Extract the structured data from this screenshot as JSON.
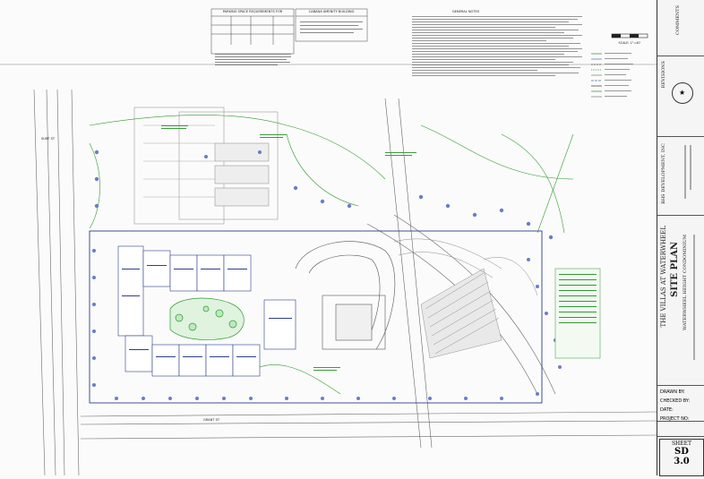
{
  "parking_table": {
    "title": "PARKING SPACE REQUIREMENTS FOR",
    "subtitle": "THE VILLAS AT WATERWHEEL"
  },
  "amenity": {
    "title": "CABANA AMENITY BUILDING"
  },
  "general_notes": {
    "title": "GENERAL NOTES"
  },
  "scale": {
    "label": "SCALE: 1\"=40'"
  },
  "streets": {
    "north": "SURF ST",
    "south": "GRANT ST"
  },
  "title_block": {
    "comments": "COMMENTS",
    "revisions": "REVISIONS",
    "developer": "BHS DEVELOPMENT, INC",
    "project": "THE VILLAS AT WATERWHEEL",
    "sheet_title": "SITE PLAN",
    "subtitle": "WATERWHEEL HEIGHT CONDOMINIUM",
    "drawn_by": "DRAWN BY:",
    "checked_by": "CHECKED BY:",
    "date": "DATE:",
    "project_no": "PROJECT NO:",
    "sheet_label": "SHEET",
    "sheet_code": "SD",
    "sheet_num": "3.0"
  }
}
